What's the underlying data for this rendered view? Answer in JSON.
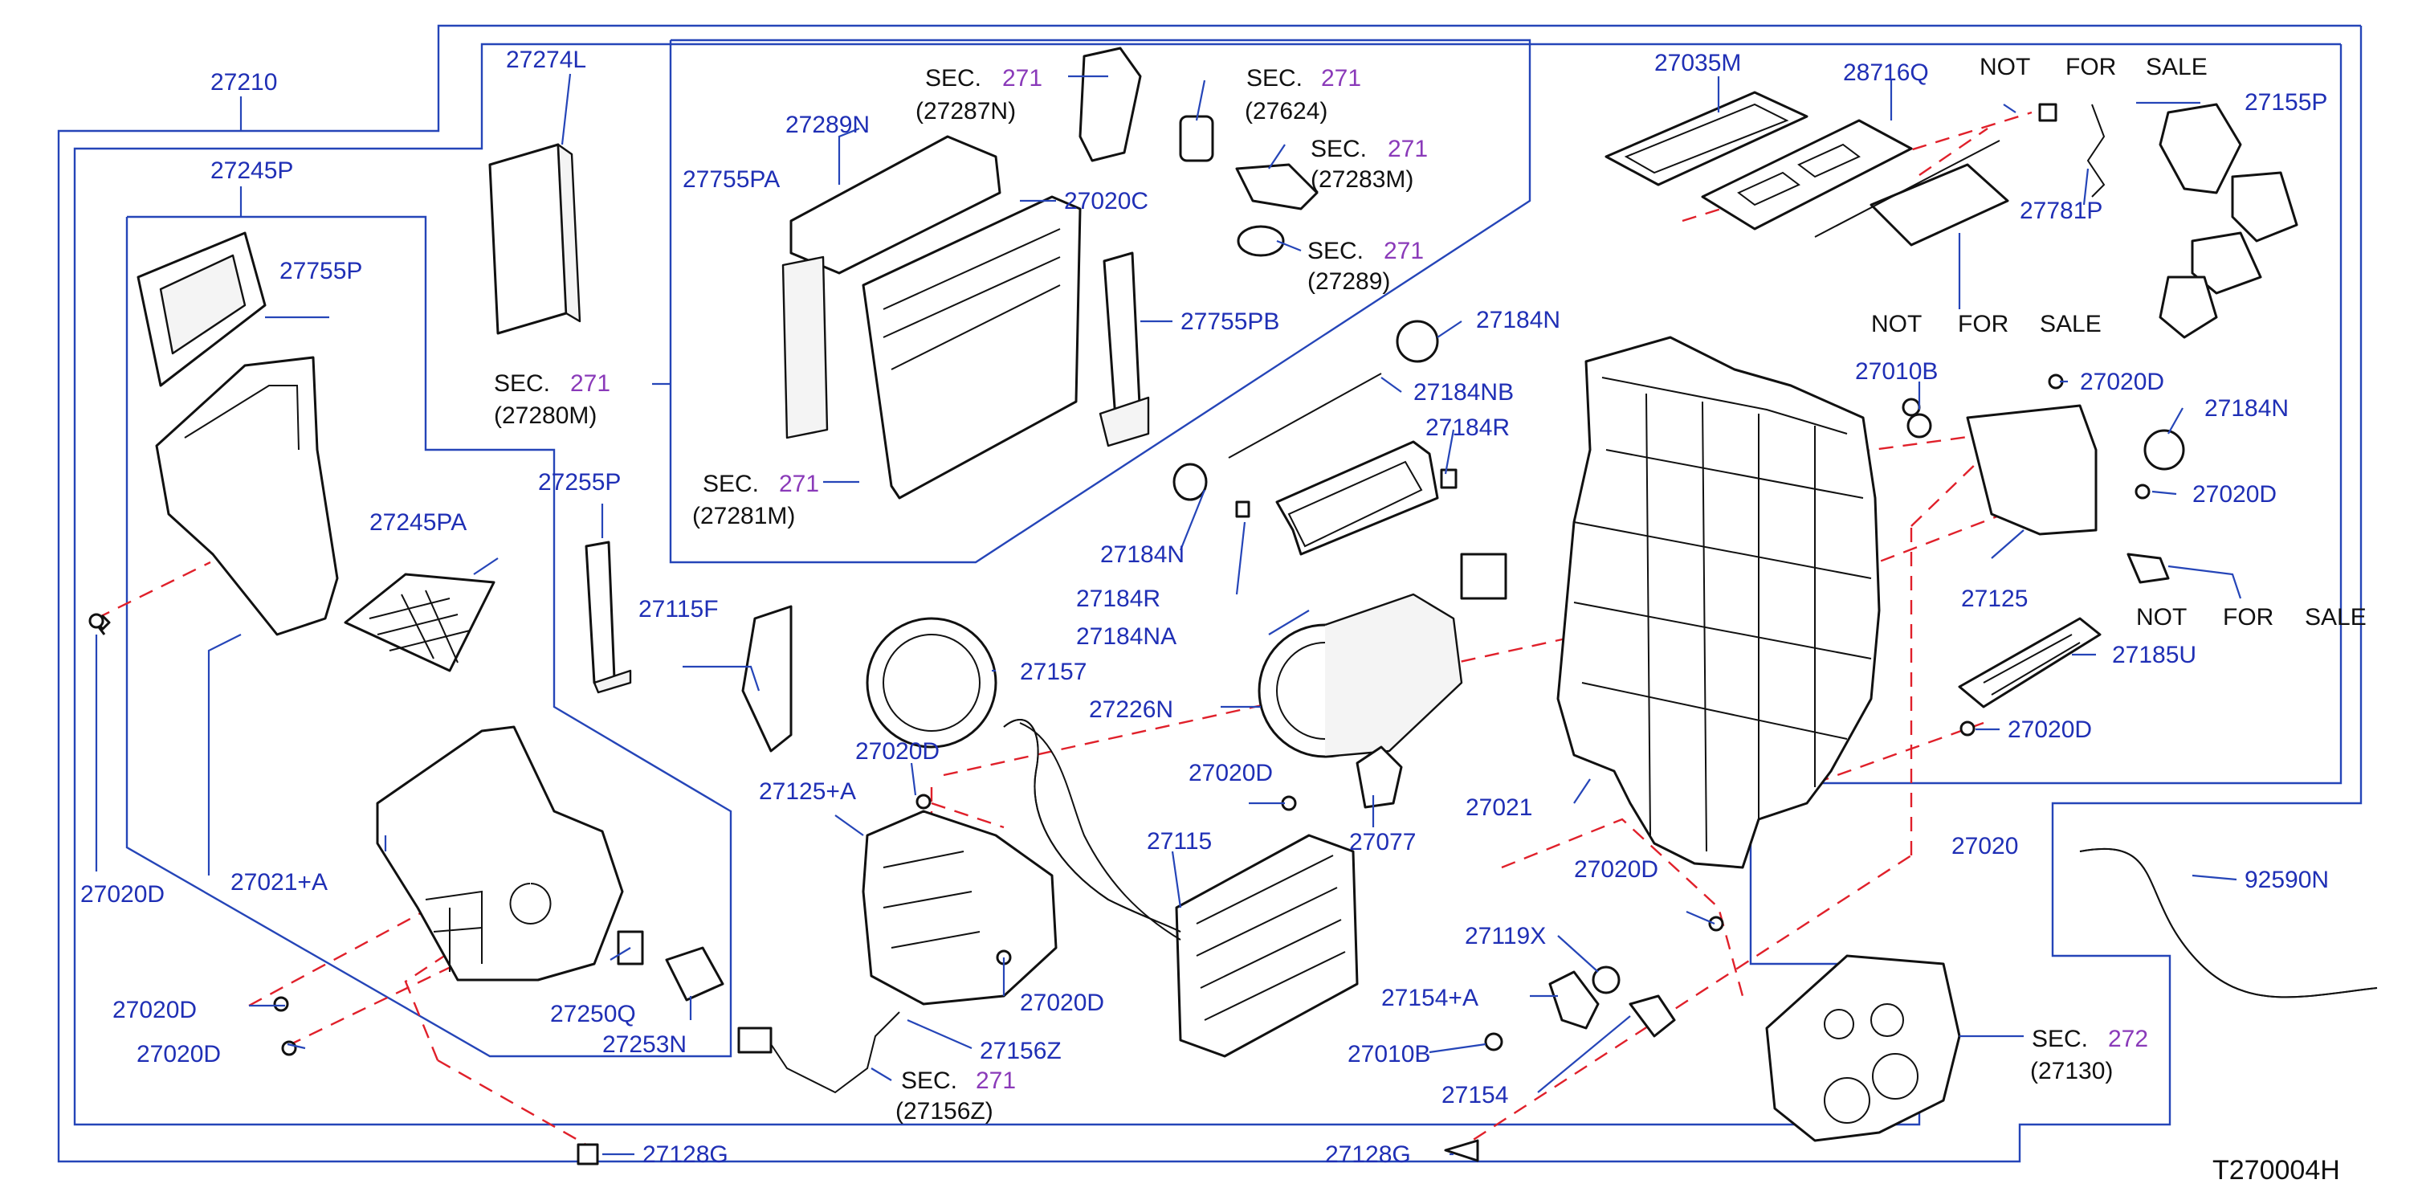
{
  "colors": {
    "label": "#1f2fb5",
    "sec_number": "#8a3ab9",
    "leader": "#2545b8",
    "dashed_line": "#e0202a",
    "outline": "#111111"
  },
  "diagram_code": "T270004H",
  "labels": {
    "p27210": "27210",
    "p27274L": "27274L",
    "p27245P": "27245P",
    "p27755P": "27755P",
    "p27245PA": "27245PA",
    "p27255P": "27255P",
    "p27115F": "27115F",
    "p27020D_left": "27020D",
    "p27021A": "27021+A",
    "p27020D_l1": "27020D",
    "p27020D_l2": "27020D",
    "p27250Q": "27250Q",
    "p27253N": "27253N",
    "p27128G_left": "27128G",
    "p27289N": "27289N",
    "p27755PA": "27755PA",
    "p27020C": "27020C",
    "p27755PB": "27755PB",
    "p27157": "27157",
    "p27020D_mid": "27020D",
    "p27125A": "27125+A",
    "p27115": "27115",
    "p27020D_mid2": "27020D",
    "p27156Z": "27156Z",
    "p27184N_top": "27184N",
    "p27184NB": "27184NB",
    "p27184R_top": "27184R",
    "p27184N_mid": "27184N",
    "p27184R_mid": "27184R",
    "p27184NA": "27184NA",
    "p27226N": "27226N",
    "p27020D_center": "27020D",
    "p27077": "27077",
    "p27021": "27021",
    "p27020D_center2": "27020D",
    "p27119X": "27119X",
    "p27154A": "27154+A",
    "p27010B_low": "27010B",
    "p27154": "27154",
    "p27128G_right": "27128G",
    "p27035M": "27035M",
    "p28716Q": "28716Q",
    "p27781P": "27781P",
    "p27155P": "27155P",
    "p27010B_top": "27010B",
    "p27020D_r1": "27020D",
    "p27184N_right": "27184N",
    "p27020D_r2": "27020D",
    "p27125": "27125",
    "p27185U": "27185U",
    "p27020D_r3": "27020D",
    "p27020": "27020",
    "p92590N": "92590N"
  },
  "not_for_sale": {
    "nfs_top": [
      "NOT",
      "FOR",
      "SALE"
    ],
    "nfs_mid": [
      "NOT",
      "FOR",
      "SALE"
    ],
    "nfs_right": [
      "NOT",
      "FOR",
      "SALE"
    ]
  },
  "sec_refs": {
    "s1": {
      "sec": "SEC.",
      "num": "271",
      "ref": "(27287N)"
    },
    "s2": {
      "sec": "SEC.",
      "num": "271",
      "ref": "(27624)"
    },
    "s3": {
      "sec": "SEC.",
      "num": "271",
      "ref": "(27283M)"
    },
    "s4": {
      "sec": "SEC.",
      "num": "271",
      "ref": "(27289)"
    },
    "s5": {
      "sec": "SEC.",
      "num": "271",
      "ref": "(27280M)"
    },
    "s6": {
      "sec": "SEC.",
      "num": "271",
      "ref": "(27281M)"
    },
    "s7": {
      "sec": "SEC.",
      "num": "271",
      "ref": "(27156Z)"
    },
    "s8": {
      "sec": "SEC.",
      "num": "272",
      "ref": "(27130)"
    }
  }
}
